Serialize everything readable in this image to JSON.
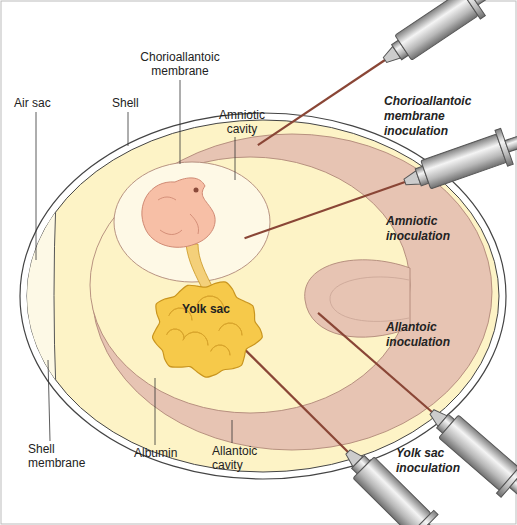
{
  "diagram": {
    "nodes": [
      {
        "text": [
          "Yolk sac"
        ]
      }
    ],
    "labels": [
      "Chorioallantoic membrane",
      "Air sac",
      "Shell",
      "Amniotic cavity",
      "Chorioallantoic membrane inoculation",
      "Amniotic inoculation",
      "Allantoic inoculation",
      "Shell membrane",
      "Albumin",
      "Allantoic cavity",
      "Yolk sac inoculation"
    ]
  }
}
